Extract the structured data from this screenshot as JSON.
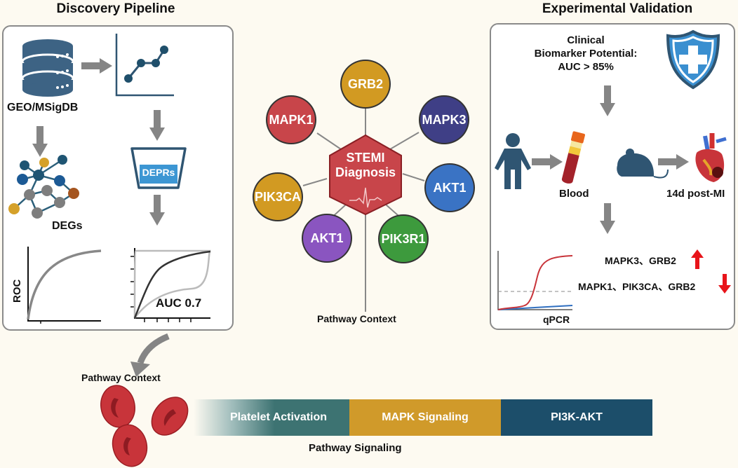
{
  "discovery": {
    "title": "Discovery Pipeline",
    "database_label": "GEO/MSigDB",
    "network_label": "DEGs",
    "funnel_label": "DEPRs",
    "roc_label": "ROC",
    "auc_label": "AUC 0.7",
    "arrow_target_label": "Pathway Context"
  },
  "network": {
    "center_line1": "STEMI",
    "center_line2": "Diagnosis",
    "center_color": "#c8454a",
    "nodes": [
      {
        "label": "GRB2",
        "color": "#d29a22"
      },
      {
        "label": "MAPK3",
        "color": "#3f3f86"
      },
      {
        "label": "AKT1",
        "color": "#3a73c4"
      },
      {
        "label": "PIK3R1",
        "color": "#3d9a3d"
      },
      {
        "label": "AKT1",
        "color": "#8a55c0"
      },
      {
        "label": "PIK3CA",
        "color": "#d29a22"
      },
      {
        "label": "MAPK1",
        "color": "#c8454a"
      }
    ],
    "caption": "Pathway Context"
  },
  "validation": {
    "title": "Experimental Validation",
    "clinical_line1": "Clinical",
    "clinical_line2": "Biomarker Potential:",
    "clinical_line3": "AUC > 85%",
    "blood_label": "Blood",
    "model_label": "14d post-MI",
    "qpcr_label": "qPCR",
    "up_genes": "MAPK3、GRB2",
    "down_genes": "MAPK1、PIK3CA、GRB2",
    "up_color": "#e8141a",
    "down_color": "#e8141a"
  },
  "pathways": {
    "caption": "Pathway Signaling",
    "segments": [
      {
        "label": "Platelet Activation",
        "color": "#3d7372"
      },
      {
        "label": "MAPK Signaling",
        "color": "#d09a2a"
      },
      {
        "label": "PI3K-AKT",
        "color": "#1c4e6a"
      }
    ]
  }
}
